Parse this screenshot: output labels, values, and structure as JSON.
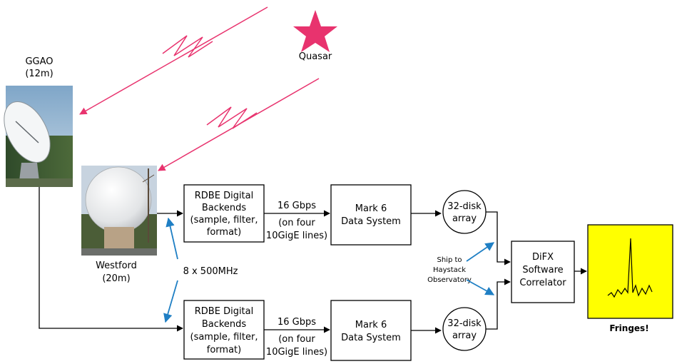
{
  "source": {
    "label": "Quasar",
    "star_color": "#e8336e",
    "signal_color": "#e8336e"
  },
  "antennas": {
    "ggao": {
      "name": "GGAO",
      "size": "(12m)"
    },
    "westford": {
      "name": "Westford",
      "size": "(20m)"
    }
  },
  "channels_label": "8 x 500MHz",
  "chain_top": {
    "rdbe_lines": [
      "RDBE Digital",
      "Backends",
      "(sample, filter,",
      "format)"
    ],
    "link_lines": [
      "16 Gbps",
      "(on four",
      "10GigE lines)"
    ],
    "mark6_lines": [
      "Mark 6",
      "Data System"
    ],
    "disk_lines": [
      "32-disk",
      "array"
    ]
  },
  "chain_bottom": {
    "rdbe_lines": [
      "RDBE Digital",
      "Backends",
      "(sample, filter,",
      "format)"
    ],
    "link_lines": [
      "16 Gbps",
      "(on four",
      "10GigE lines)"
    ],
    "mark6_lines": [
      "Mark 6",
      "Data System"
    ],
    "disk_lines": [
      "32-disk",
      "array"
    ]
  },
  "ship_lines": [
    "Ship to",
    "Haystack",
    "Observatory"
  ],
  "correlator_lines": [
    "DiFX",
    "Software",
    "Correlator"
  ],
  "output": {
    "label": "Fringes!",
    "panel_color": "#ffff00"
  },
  "colors": {
    "ship_arrow": "#1f7fc4",
    "line": "#000000"
  }
}
